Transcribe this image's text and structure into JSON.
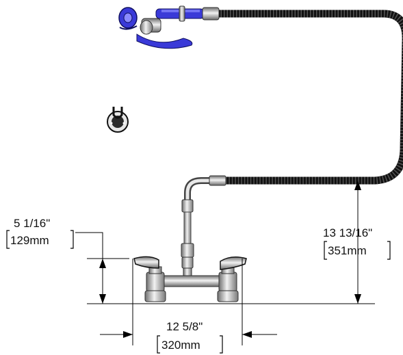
{
  "dimensions": {
    "height": {
      "imperial": "5 1/16\"",
      "metric": "129mm"
    },
    "hose_height": {
      "imperial": "13 13/16\"",
      "metric": "351mm"
    },
    "width": {
      "imperial": "12 5/8\"",
      "metric": "320mm"
    }
  },
  "colors": {
    "hose": "#111111",
    "spray_valve": "#3a3ad8",
    "chrome": "#b8b8b8",
    "line": "#000000"
  }
}
